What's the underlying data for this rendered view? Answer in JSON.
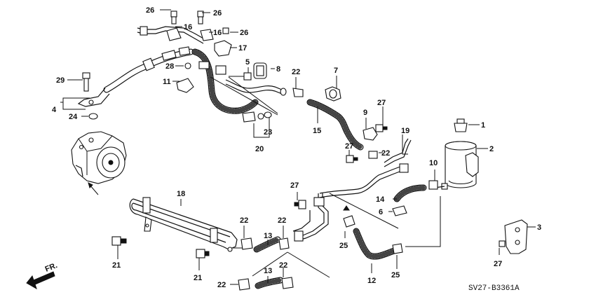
{
  "diagram_code": "SV27-B3361A",
  "direction_label": "FR.",
  "labels": {
    "l1": "1",
    "l2": "2",
    "l3": "3",
    "l4": "4",
    "l5": "5",
    "l6": "6",
    "l7": "7",
    "l8": "8",
    "l9": "9",
    "l10": "10",
    "l11": "11",
    "l12": "12",
    "l13a": "13",
    "l13b": "13",
    "l14": "14",
    "l15": "15",
    "l16a": "16",
    "l16b": "16",
    "l17": "17",
    "l18": "18",
    "l19": "19",
    "l20": "20",
    "l21a": "21",
    "l21b": "21",
    "l22a": "22",
    "l22b": "22",
    "l22c": "22",
    "l22d": "22",
    "l22e": "22",
    "l22f": "22",
    "l23": "23",
    "l24": "24",
    "l25a": "25",
    "l25b": "25",
    "l26a": "26",
    "l26b": "26",
    "l26c": "26",
    "l27a": "27",
    "l27b": "27",
    "l27c": "27",
    "l27d": "27",
    "l28": "28",
    "l29": "29"
  },
  "colors": {
    "line": "#111111",
    "background": "#ffffff"
  }
}
